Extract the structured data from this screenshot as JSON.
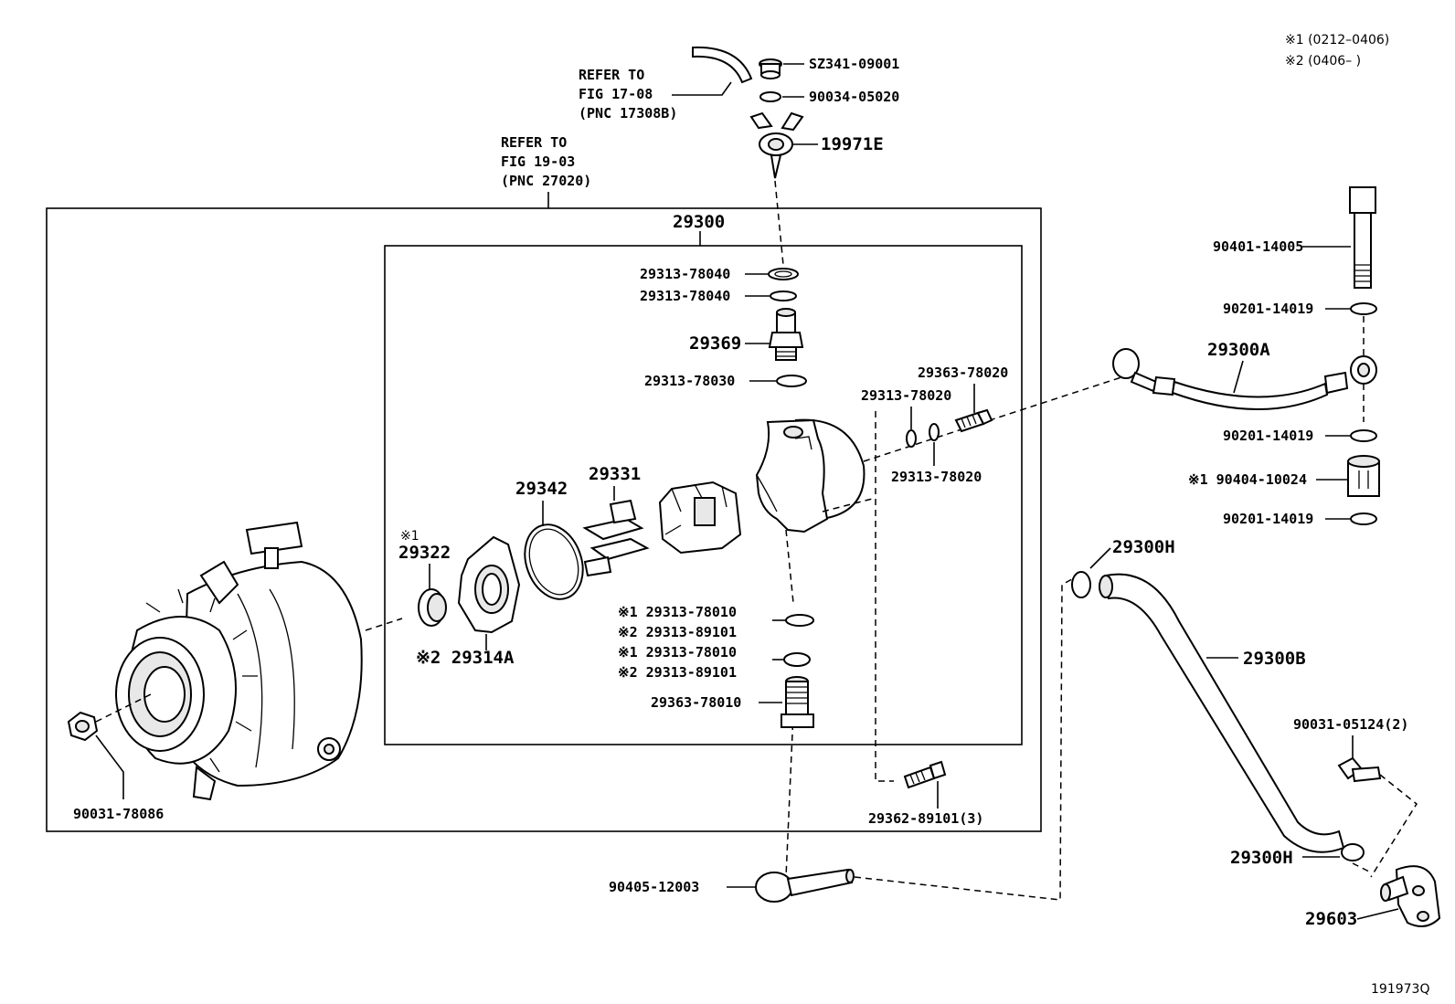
{
  "legend": {
    "note1": "※1 (0212–0406)",
    "note2": "※2 (0406–       )"
  },
  "refs": {
    "ref1": [
      "REFER TO",
      "FIG 17-08",
      "(PNC 17308B)"
    ],
    "ref2": [
      "REFER TO",
      "FIG 19-03",
      "(PNC 27020)"
    ]
  },
  "parts": {
    "sz341_09001": "SZ341-09001",
    "p90034_05020": "90034-05020",
    "p19971e": "19971E",
    "p29300": "29300",
    "p29313_78040_a": "29313-78040",
    "p29313_78040_b": "29313-78040",
    "p29369": "29369",
    "p29313_78030": "29313-78030",
    "p29363_78020": "29363-78020",
    "p29313_78020_a": "29313-78020",
    "p29313_78020_b": "29313-78020",
    "p29342": "29342",
    "p29331": "29331",
    "p29322_mark": "※1",
    "p29322": "29322",
    "p29314a": "※2 29314A",
    "p29313_78010_a": "※1 29313-78010",
    "p29313_89101_a": "※2 29313-89101",
    "p29313_78010_b": "※1 29313-78010",
    "p29313_89101_b": "※2 29313-89101",
    "p29363_78010": "29363-78010",
    "p29362_89101": "29362-89101(3)",
    "p90031_78086": "90031-78086",
    "p90405_12003": "90405-12003",
    "p90401_14005": "90401-14005",
    "p90201_14019_a": "90201-14019",
    "p29300a": "29300A",
    "p90201_14019_b": "90201-14019",
    "p90404_10024": "※1 90404-10024",
    "p90201_14019_c": "90201-14019",
    "p29300h_top": "29300H",
    "p29300b": "29300B",
    "p90031_05124": "90031-05124(2)",
    "p29300h_bot": "29300H",
    "p29603": "29603"
  },
  "figure_id": "191973Q"
}
